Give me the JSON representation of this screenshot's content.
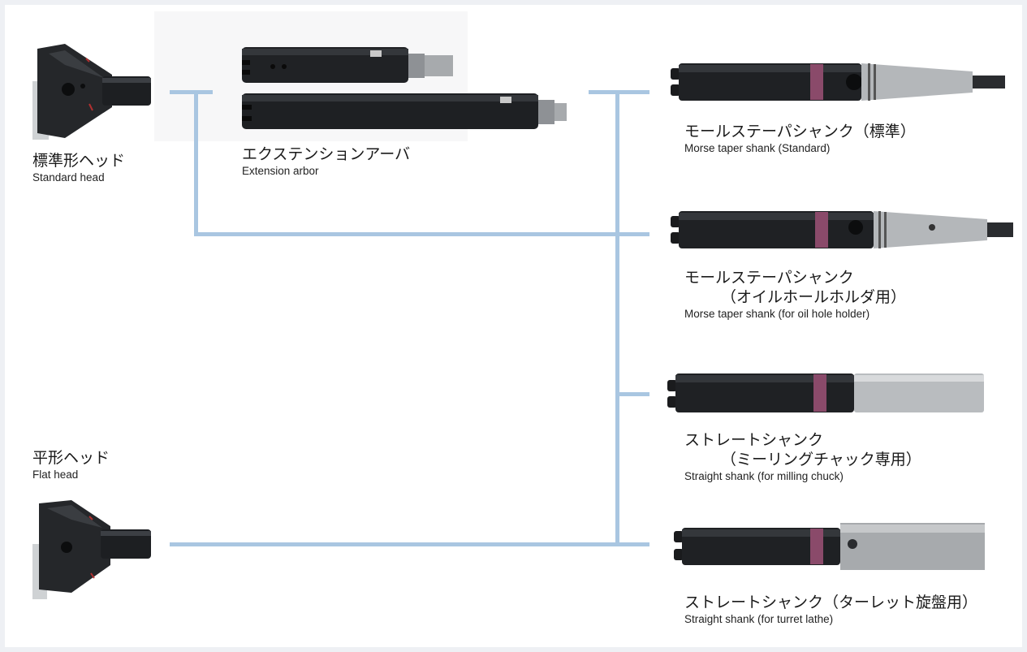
{
  "heads": {
    "standard": {
      "label_jp": "標準形ヘッド",
      "label_en": "Standard head"
    },
    "flat": {
      "label_jp": "平形ヘッド",
      "label_en": "Flat head"
    }
  },
  "extension": {
    "label_jp": "エクステンションアーバ",
    "label_en": "Extension arbor"
  },
  "shanks": [
    {
      "label_jp": "モールステーパシャンク（標準）",
      "label_en": "Morse taper shank (Standard)"
    },
    {
      "label_jp": "モールステーパシャンク",
      "label_jp2": "（オイルホールホルダ用）",
      "label_en": "Morse taper shank (for oil hole holder)"
    },
    {
      "label_jp": "ストレートシャンク",
      "label_jp2": "（ミーリングチャック専用）",
      "label_en": "Straight shank (for milling chuck)"
    },
    {
      "label_jp": "ストレートシャンク（ターレット旋盤用）",
      "label_en": "Straight shank (for turret lathe)"
    }
  ],
  "colors": {
    "connector": "#a9c6e1",
    "steel_dark": "#1f2124",
    "steel_light": "#b9bcbf",
    "band": "#8a4a6a"
  }
}
